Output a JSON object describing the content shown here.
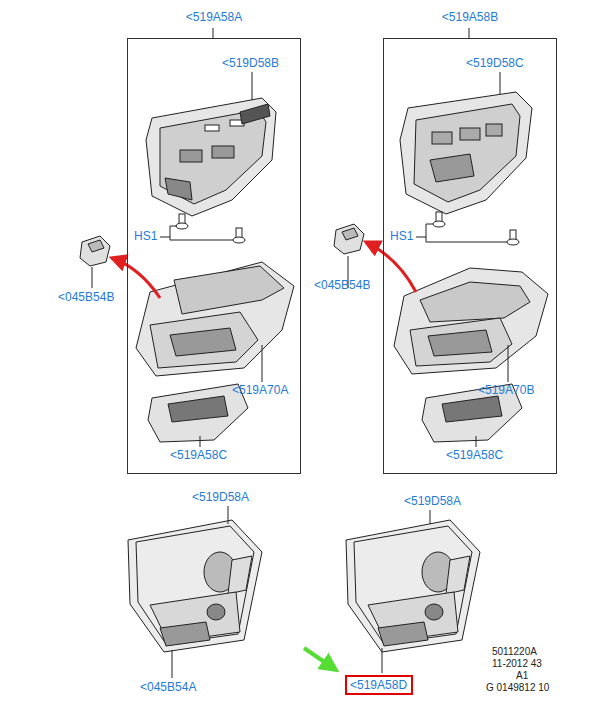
{
  "diagram": {
    "nodes": [
      {
        "text": [
          "<519A58A"
        ]
      },
      {
        "text": [
          "<519A58B"
        ]
      },
      {
        "text": [
          "<519A58D"
        ]
      }
    ],
    "labels": [
      "<519D58B",
      "HS1",
      "<045B54B",
      "<519A70A",
      "<519A58C",
      "<519D58C",
      "HS1",
      "<045B54B",
      "<519A70B",
      "<519A58C",
      "<519D58A",
      "<045B54A",
      "<519D58A",
      "5011220A",
      "11-2012 43",
      "A1",
      "G 0149812 10"
    ]
  }
}
